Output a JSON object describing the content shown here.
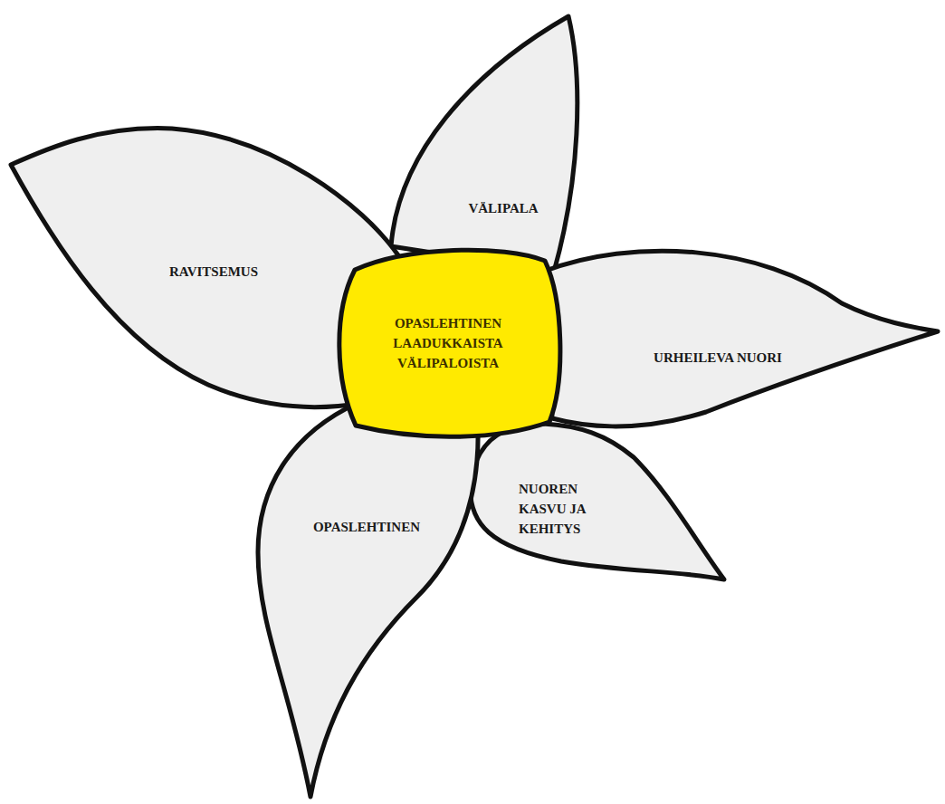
{
  "diagram": {
    "nodes": [
      {
        "text": [
          "OPASLEHTINEN LAADUKKAISTA VÄLIPALOISTA"
        ]
      },
      {
        "text": [
          "VÄLIPALA"
        ]
      },
      {
        "text": [
          "RAVITSEMUS"
        ]
      },
      {
        "text": [
          "URHEILEVA NUORI"
        ]
      },
      {
        "text": [
          "NUOREN KASVU JA KEHITYS"
        ]
      },
      {
        "text": [
          "OPASLEHTINEN"
        ]
      }
    ]
  }
}
